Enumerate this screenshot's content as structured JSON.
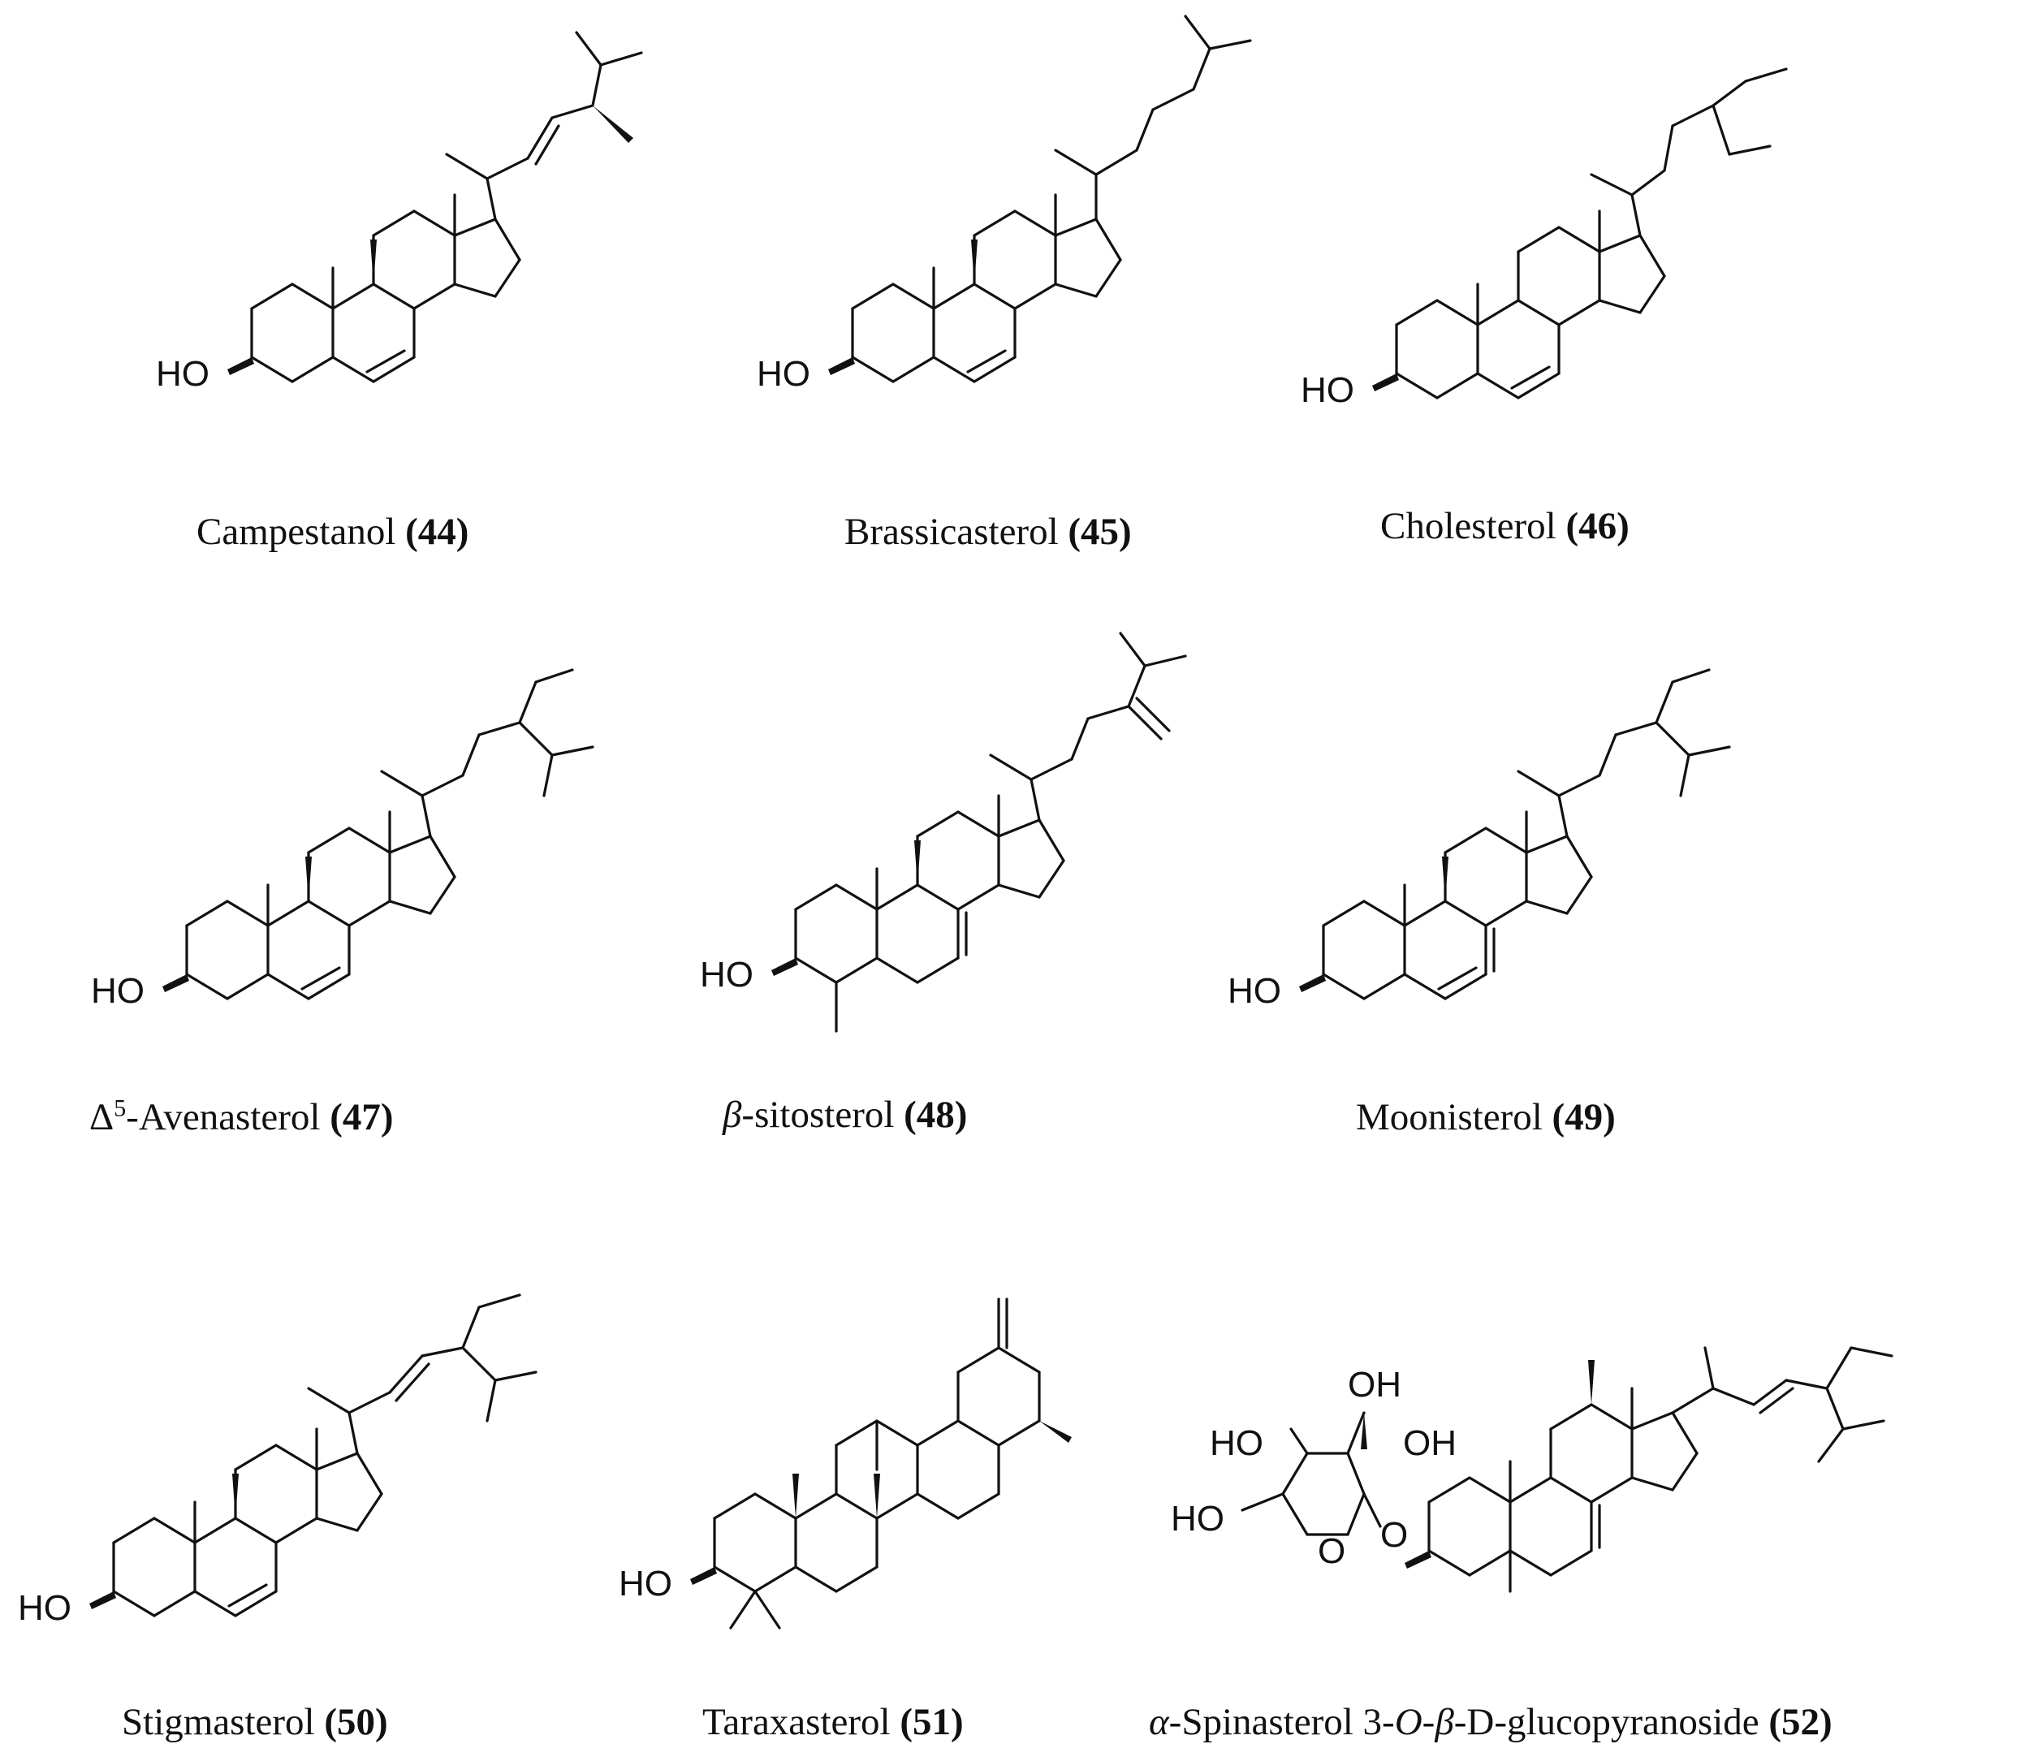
{
  "compounds": [
    {
      "name": "Campestanol",
      "number": "(44)"
    },
    {
      "name": "Brassicasterol",
      "number": "(45)"
    },
    {
      "name": "Cholesterol",
      "number": "(46)"
    },
    {
      "prefix": "Δ",
      "sup": "5",
      "name": "-Avenasterol",
      "number": "(47)"
    },
    {
      "italic_prefix": "β",
      "name": "-sitosterol",
      "number": "(48)"
    },
    {
      "name": "Moonisterol",
      "number": "(49)"
    },
    {
      "name": "Stigmasterol",
      "number": "(50)"
    },
    {
      "name": "Taraxasterol",
      "number": "(51)"
    },
    {
      "italic_prefix": "α",
      "name_a": "-Spinasterol 3-",
      "italic_o": "O",
      "dash_b": "-",
      "italic_b": "β",
      "name_b": "-D-glucopyranoside",
      "number": "(52)"
    }
  ],
  "atom_labels": {
    "hydroxyl": "HO",
    "hydroxyl_right": "OH",
    "ring_oxygen": "O"
  }
}
